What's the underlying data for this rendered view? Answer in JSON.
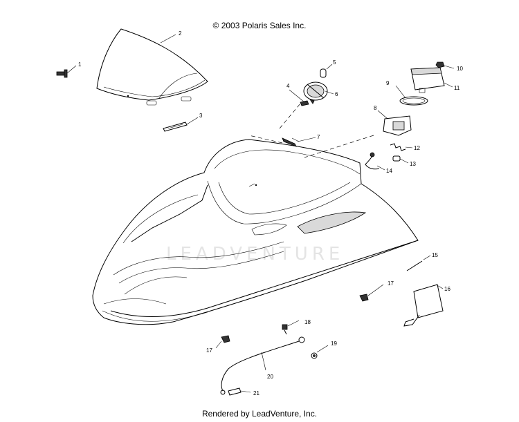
{
  "header": {
    "copyright": "© 2003 Polaris Sales Inc."
  },
  "footer": {
    "rendered_by": "Rendered by LeadVenture, Inc."
  },
  "watermark": {
    "text": "LEADVENTURE"
  },
  "callouts": {
    "c1": "1",
    "c2": "2",
    "c3": "3",
    "c4": "4",
    "c5": "5",
    "c6": "6",
    "c7": "7",
    "c8": "8",
    "c9": "9",
    "c10": "10",
    "c11": "11",
    "c12": "12",
    "c13": "13",
    "c14": "14",
    "c15": "15",
    "c16": "16",
    "c17a": "17",
    "c17b": "17",
    "c18": "18",
    "c19": "19",
    "c20": "20",
    "c21": "21"
  }
}
